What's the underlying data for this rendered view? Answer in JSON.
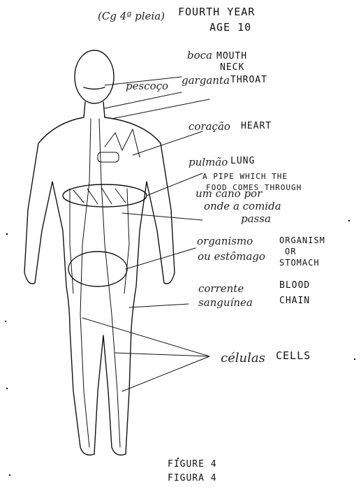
{
  "header": {
    "note": "(Cg 4ª pleia)",
    "level": "FOURTH YEAR",
    "age": "AGE 10"
  },
  "labels": {
    "mouth_pt": "boca",
    "mouth_en": "MOUTH",
    "neck_en": "NECK",
    "neck_pt": "pescoço",
    "throat_pt": "garganta",
    "throat_en": "THROAT",
    "heart_pt": "coração",
    "heart_en": "HEART",
    "lung_pt": "pulmão",
    "lung_en": "LUNG",
    "pipe_en_1": "A PIPE WHICH THE",
    "pipe_en_2": "FOOD COMES THROUGH",
    "pipe_pt_1": "um cano por",
    "pipe_pt_2": "onde a comida",
    "pipe_pt_3": "passa",
    "organism_pt": "organismo",
    "organism_en": "ORGANISM",
    "or_en": "OR",
    "stomach_pt": "ou estômago",
    "stomach_en": "STOMACH",
    "blood_pt_1": "corrente",
    "blood_pt_2": "sanguínea",
    "blood_en": "BLOOD",
    "chain_en": "CHAIN",
    "cells_pt": "células",
    "cells_en": "CELLS"
  },
  "caption": {
    "line1": "FIGURE 4",
    "line2": "FIGURA 4"
  }
}
